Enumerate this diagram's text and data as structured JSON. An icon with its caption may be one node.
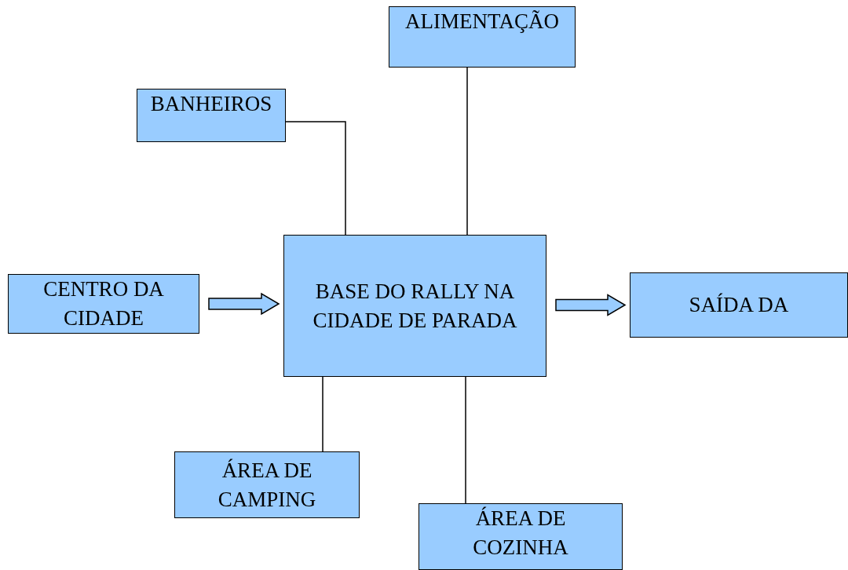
{
  "diagram": {
    "nodes": [
      {
        "text": [
          "ALIMENTAÇÃO"
        ]
      },
      {
        "text": [
          "BANHEIROS"
        ]
      },
      {
        "text": [
          "CENTRO DA CIDADE"
        ]
      },
      {
        "text": [
          "BASE DO RALLY NA CIDADE DE PARADA"
        ]
      },
      {
        "text": [
          "SAÍDA DA"
        ]
      },
      {
        "text": [
          "ÁREA DE CAMPING"
        ]
      },
      {
        "text": [
          "ÁREA DE COZINHA"
        ]
      }
    ],
    "edges": [
      {
        "from": 1,
        "to": 3,
        "arrow": "none"
      },
      {
        "from": 0,
        "to": 3,
        "arrow": "none"
      },
      {
        "from": 2,
        "to": 3,
        "arrow": "to",
        "style": "thick"
      },
      {
        "from": 3,
        "to": 4,
        "arrow": "to",
        "style": "thick"
      },
      {
        "from": 3,
        "to": 5,
        "arrow": "none"
      },
      {
        "from": 3,
        "to": 6,
        "arrow": "none"
      }
    ]
  }
}
